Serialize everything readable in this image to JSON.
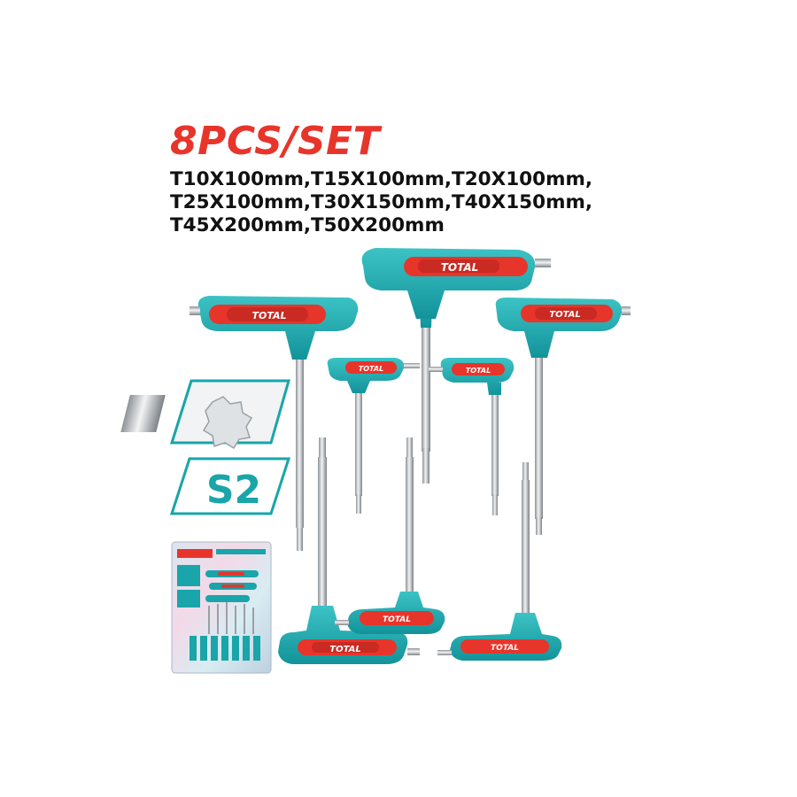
{
  "header": {
    "title": "8PCS/SET",
    "sizes": [
      "T10X100mm,T15X100mm,T20X100mm,",
      "T25X100mm,T30X150mm,T40X150mm,",
      "T45X200mm,T50X200mm"
    ]
  },
  "brand": "TOTAL",
  "badge": {
    "material": "S2"
  },
  "icons": [
    "torx-bit-closeup-icon",
    "blister-package-image"
  ],
  "colors": {
    "teal": "#19a5a9",
    "red": "#e7352b",
    "steel": "#c9ccce",
    "text": "#111111"
  }
}
